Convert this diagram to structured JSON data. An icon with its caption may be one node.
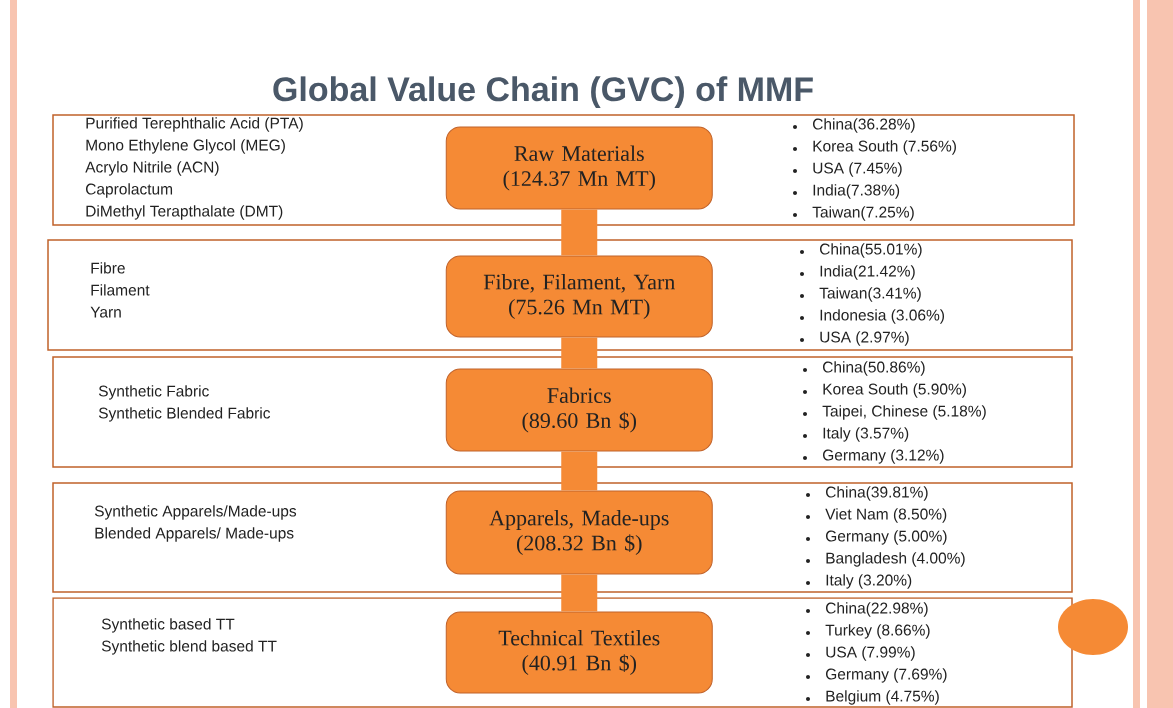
{
  "diagram": {
    "title": "Global Value Chain (GVC) of MMF",
    "nodes": [
      {
        "text": [
          "Purified Terephthalic Acid (PTA)",
          "Mono Ethylene Glycol (MEG)",
          "Acrylo Nitrile (ACN)",
          "Caprolactum",
          "DiMethyl Terapthalate (DMT)",
          "China(36.28%)",
          "Korea South (7.56%)",
          "USA (7.45%)",
          "India(7.38%)",
          "Taiwan(7.25%)"
        ]
      },
      {
        "text": [
          "Raw Materials",
          "(124.37 Mn MT)"
        ],
        "in": 0
      },
      {
        "text": [
          "Fibre",
          "Filament",
          "Yarn",
          "China(55.01%)",
          "India(21.42%)",
          "Taiwan(3.41%)",
          "Indonesia (3.06%)",
          "USA (2.97%)"
        ]
      },
      {
        "text": [
          "Fibre, Filament, Yarn",
          "(75.26 Mn MT)"
        ],
        "in": 2
      },
      {
        "text": [
          "Synthetic Fabric",
          "Synthetic Blended Fabric",
          "China(50.86%)",
          "Korea South (5.90%)",
          "Taipei, Chinese (5.18%)",
          "Italy (3.57%)",
          "Germany (3.12%)"
        ]
      },
      {
        "text": [
          "Fabrics",
          "(89.60 Bn $)"
        ],
        "in": 4
      },
      {
        "text": [
          "Synthetic Apparels/Made-ups",
          "Blended Apparels/ Made-ups",
          "China(39.81%)",
          "Viet Nam (8.50%)",
          "Germany (5.00%)",
          "Bangladesh (4.00%)",
          "Italy (3.20%)"
        ]
      },
      {
        "text": [
          "Apparels, Made-ups",
          "(208.32 Bn $)"
        ],
        "in": 6
      },
      {
        "text": [
          "Synthetic based TT",
          "Synthetic blend based TT",
          "China(22.98%)",
          "Turkey (8.66%)",
          "USA (7.99%)",
          "Germany (7.69%)",
          "Belgium (4.75%)"
        ]
      },
      {
        "text": [
          "Technical Textiles",
          "(40.91 Bn $)"
        ],
        "in": 8
      }
    ],
    "edges": [
      {
        "from": 1,
        "to": 3,
        "arrow": "none"
      },
      {
        "from": 3,
        "to": 5,
        "arrow": "none"
      },
      {
        "from": 5,
        "to": 7,
        "arrow": "none"
      },
      {
        "from": 7,
        "to": 9,
        "arrow": "none"
      }
    ]
  }
}
